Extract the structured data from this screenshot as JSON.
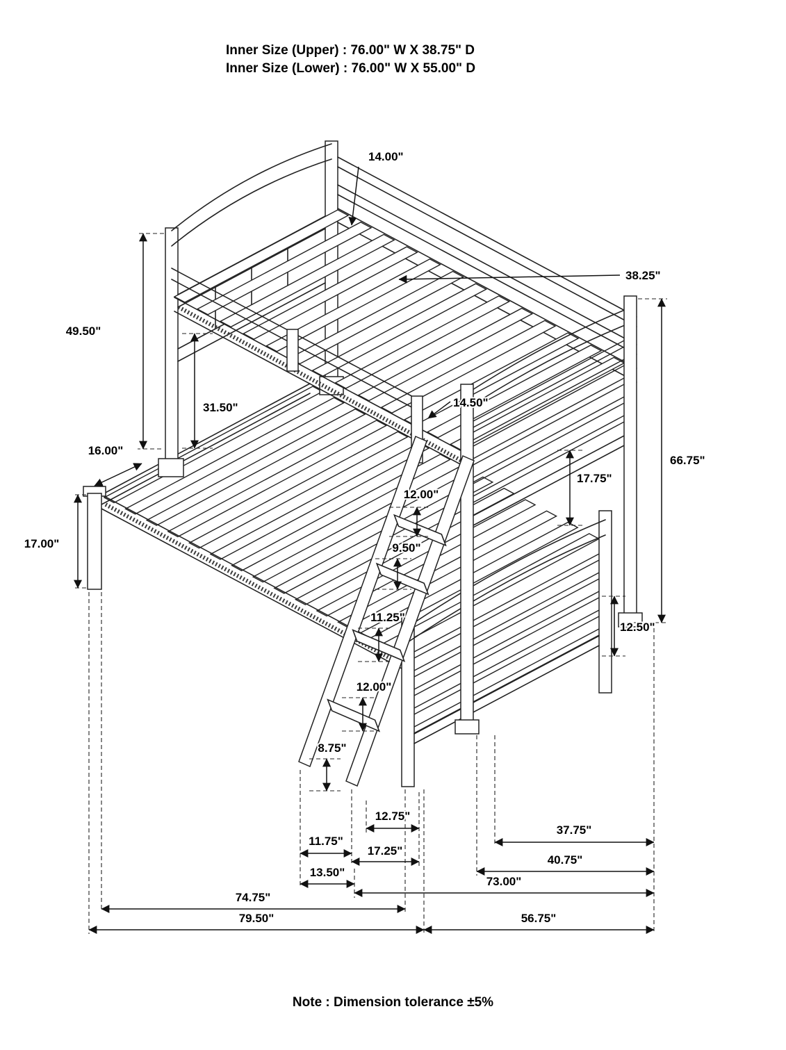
{
  "title": {
    "upper": "Inner Size (Upper) :  76.00\" W X 38.75\" D",
    "lower": "Inner Size (Lower) :  76.00\" W X 55.00\" D"
  },
  "note": "Note : Dimension tolerance ±5%",
  "dims": {
    "d14_00": "14.00\"",
    "d38_25": "38.25\"",
    "d49_50": "49.50\"",
    "d31_50": "31.50\"",
    "d14_50": "14.50\"",
    "d66_75": "66.75\"",
    "d16_00": "16.00\"",
    "d17_75": "17.75\"",
    "d12_00_a": "12.00\"",
    "d9_50": "9.50\"",
    "d17_00": "17.00\"",
    "d11_25": "11.25\"",
    "d12_50": "12.50\"",
    "d12_00_b": "12.00\"",
    "d8_75": "8.75\"",
    "d12_75": "12.75\"",
    "d37_75": "37.75\"",
    "d11_75": "11.75\"",
    "d17_25": "17.25\"",
    "d40_75": "40.75\"",
    "d13_50": "13.50\"",
    "d73_00": "73.00\"",
    "d74_75": "74.75\"",
    "d79_50": "79.50\"",
    "d56_75": "56.75\""
  },
  "colors": {
    "line": "#222222",
    "dimension": "#111111",
    "background": "#ffffff"
  }
}
